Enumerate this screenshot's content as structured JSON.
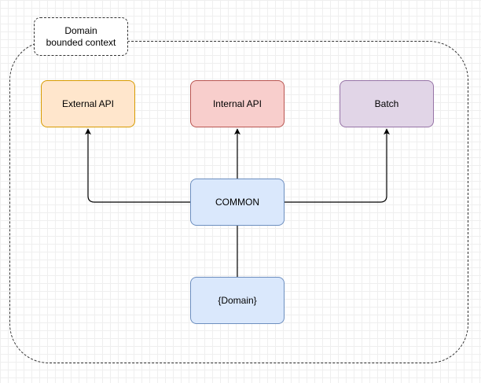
{
  "context": {
    "label_line1": "Domain",
    "label_line2": "bounded context"
  },
  "nodes": {
    "external_api": {
      "label": "External API",
      "fill": "#ffe6cc",
      "stroke": "#d79b00"
    },
    "internal_api": {
      "label": "Internal API",
      "fill": "#f8cecc",
      "stroke": "#b85450"
    },
    "batch": {
      "label": "Batch",
      "fill": "#e1d5e7",
      "stroke": "#9673a6"
    },
    "common": {
      "label": "COMMON",
      "fill": "#dae8fc",
      "stroke": "#6c8ebf"
    },
    "domain": {
      "label": "{Domain}",
      "fill": "#dae8fc",
      "stroke": "#6c8ebf"
    }
  },
  "edges": [
    {
      "from": "common",
      "to": "external_api",
      "arrow": true
    },
    {
      "from": "common",
      "to": "internal_api",
      "arrow": true
    },
    {
      "from": "common",
      "to": "batch",
      "arrow": true
    },
    {
      "from": "domain",
      "to": "common",
      "arrow": false
    }
  ]
}
